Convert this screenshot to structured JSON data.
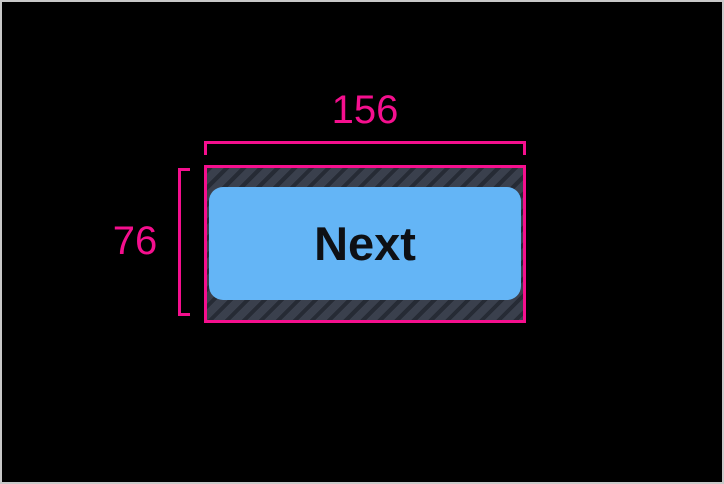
{
  "measurements": {
    "width_label": "156",
    "height_label": "76"
  },
  "button": {
    "label": "Next"
  },
  "theme": {
    "accent": "#f50f8e",
    "canvas_bg": "#000000",
    "frame_border": "#c9c9c9",
    "button_fill": "#64b5f6",
    "button_text": "#0e1014",
    "hatch_base": "#3a404d",
    "hatch_stripe": "#262b35"
  }
}
